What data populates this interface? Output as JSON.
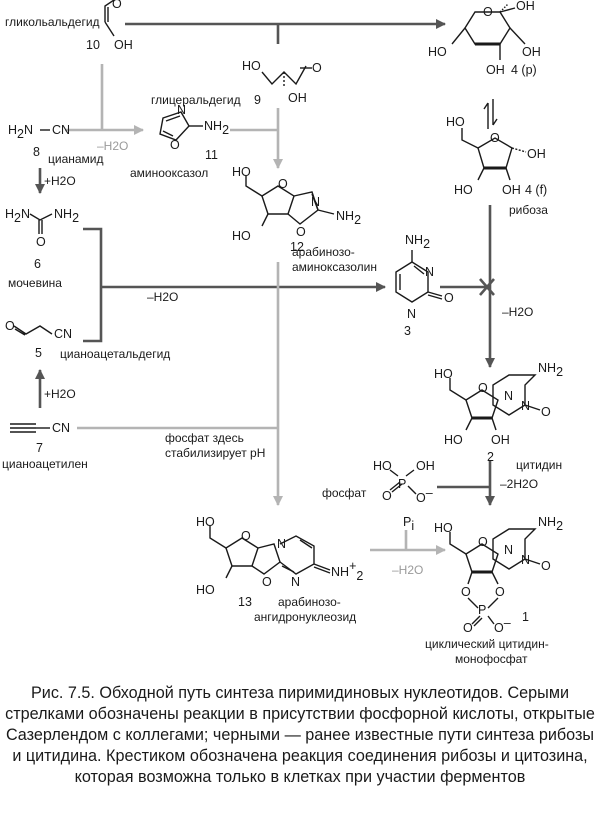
{
  "compounds": {
    "c10": {
      "name": "гликольальдегид",
      "number": "10"
    },
    "c9": {
      "name": "глицеральдегид",
      "number": "9"
    },
    "c8": {
      "name": "цианамид",
      "number": "8"
    },
    "c11": {
      "name": "аминооксазол",
      "number": "11"
    },
    "c6": {
      "name": "мочевина",
      "number": "6"
    },
    "c5": {
      "name": "цианоацетальдегид",
      "number": "5"
    },
    "c7": {
      "name": "цианоацетилен",
      "number": "7"
    },
    "c12": {
      "name_line1": "арабинозо-",
      "name_line2": "аминоксазолин",
      "number": "12"
    },
    "c3": {
      "number": "3"
    },
    "c4p": {
      "number": "4 (p)"
    },
    "c4f": {
      "name": "рибоза",
      "number": "4 (f)"
    },
    "c2": {
      "name": "цитидин",
      "number": "2"
    },
    "c13": {
      "name_line1": "арабинозо-",
      "name_line2": "ангидронуклеозид",
      "number": "13"
    },
    "c1": {
      "name_line1": "циклический цитидин-",
      "name_line2": "монофосфат",
      "number": "1"
    },
    "phosphate": {
      "name": "фосфат"
    }
  },
  "atoms": {
    "oh": "OH",
    "ho": "HO",
    "o": "O",
    "n": "N",
    "nh2": "NH",
    "h2n": "H",
    "h2": "2",
    "cn": "CN",
    "minus": "–",
    "p": "P",
    "pi_p": "P",
    "pi_i": "i",
    "plus": "+"
  },
  "conditions": {
    "minus_h2o_1": "–H2O",
    "plus_h2o_1": "+H2O",
    "minus_h2o_2": "–H2O",
    "plus_h2o_2": "+H2O",
    "minus_h2o_3": "–H2O",
    "minus_2h2o": "–2H2O",
    "minus_h2o_4": "–H2O",
    "ph_note_line1": "фосфат здесь",
    "ph_note_line2": "стабилизирует pH"
  },
  "arrow_colors": {
    "known_reaction": "#555555",
    "phosphate_reaction": "#b4b4b4"
  },
  "caption": {
    "figure_label": "Рис. 7.5.",
    "text": "Обходной путь синтеза пиримидиновых нуклеотидов. Серыми стрелками обозначены реакции в присутствии фосфорной кислоты, открытые Сазерлендом с коллегами; черными — ранее известные пути синтеза рибозы и цитидина. Крестиком обозначена реакция соединения рибозы и цитозина, которая возможна только в клетках при участии ферментов"
  }
}
